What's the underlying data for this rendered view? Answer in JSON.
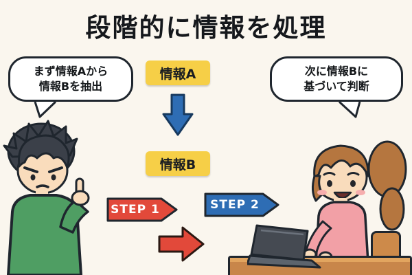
{
  "title": "段階的に情報を処理",
  "left_bubble": {
    "line1": "まず情報Aから",
    "line2": "情報Bを抽出"
  },
  "right_bubble": {
    "line1": "次に情報Bに",
    "line2": "基づいて判断"
  },
  "flow": {
    "box_a": "情報A",
    "box_b": "情報B"
  },
  "steps": {
    "step1": "STEP 1",
    "step2": "STEP 2"
  },
  "colors": {
    "background": "#faf6ee",
    "info_box_yellow": "#f6cf47",
    "flow_blue": "#2e6db4",
    "step_red": "#e2493a",
    "outline_dark": "#1f262e",
    "boy_sweater_green": "#4f9e63",
    "girl_shirt_pink": "#f2a0a6",
    "hair_brown": "#b5763f",
    "desk_brown": "#c8864a"
  }
}
